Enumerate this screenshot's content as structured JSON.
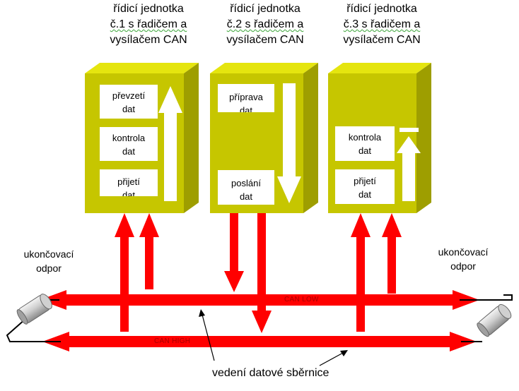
{
  "colors": {
    "unit_front": "#c6c600",
    "unit_top": "#e5e50f",
    "unit_side": "#9e9e00",
    "bus": "#ff0000",
    "arrow": "#ff0000"
  },
  "units": [
    {
      "title_lines": [
        "řídicí jednotka",
        "č.1 s řadičem a",
        "vysílačem CAN"
      ],
      "boxes": [
        {
          "lines": [
            "převzetí",
            "dat"
          ]
        },
        {
          "lines": [
            "kontrola",
            "dat"
          ]
        },
        {
          "lines": [
            "přijetí",
            "dat"
          ]
        }
      ]
    },
    {
      "title_lines": [
        "řídicí jednotka",
        "č.2 s řadičem a",
        "vysílačem CAN"
      ],
      "boxes": [
        {
          "lines": [
            "příprava",
            "dat"
          ]
        },
        {
          "lines": [
            "poslání",
            "dat"
          ]
        }
      ]
    },
    {
      "title_lines": [
        "řídicí jednotka",
        "č.3 s řadičem a",
        "vysílačem CAN"
      ],
      "boxes": [
        {
          "lines": [
            "kontrola",
            "dat"
          ]
        },
        {
          "lines": [
            "přijetí",
            "dat"
          ]
        }
      ]
    }
  ],
  "resistor_left": {
    "lines": [
      "ukončovací",
      "odpor"
    ]
  },
  "resistor_right": {
    "lines": [
      "ukončovací",
      "odpor"
    ]
  },
  "bus": {
    "low_label": "CAN LOW",
    "high_label": "CAN HIGH"
  },
  "caption": "vedení datové sběrnice"
}
